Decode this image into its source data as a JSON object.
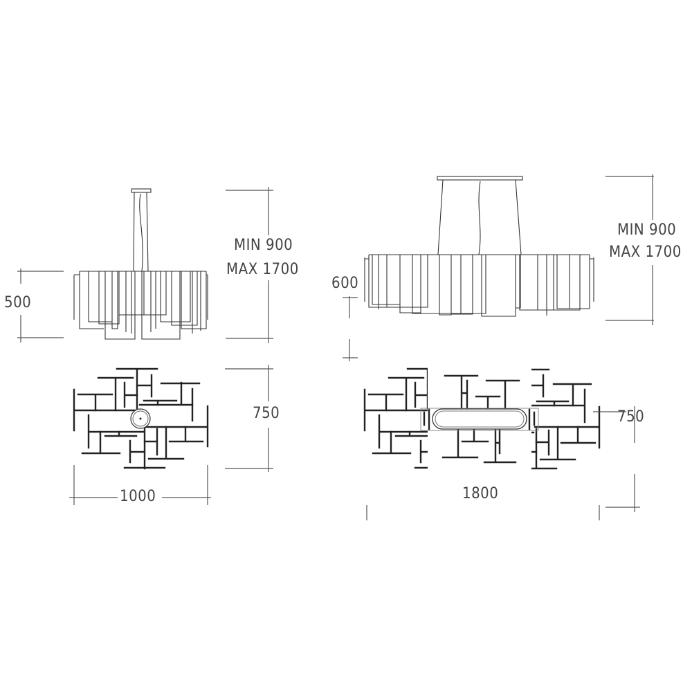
{
  "drawing": {
    "round_model": {
      "height_label": "500",
      "suspension_min": "MIN 900",
      "suspension_max": "MAX 1700",
      "depth_label": "750",
      "width_label": "1000"
    },
    "linear_model": {
      "height_label": "600",
      "suspension_min": "MIN 900",
      "suspension_max": "MAX 1700",
      "depth_label": "750",
      "width_label": "1800"
    },
    "line_color": "#222222",
    "dimension_color": "#555555"
  }
}
